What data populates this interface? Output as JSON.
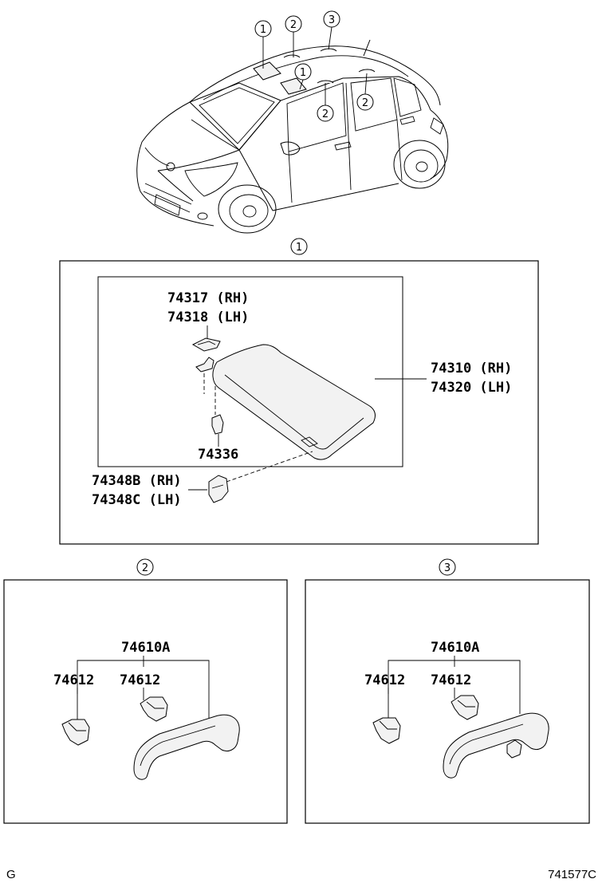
{
  "car_callouts": [
    "1",
    "2",
    "3",
    "1",
    "2",
    "2"
  ],
  "section1": {
    "marker": "1",
    "parts": {
      "holder_rh": "74317 (RH)",
      "holder_lh": "74318 (LH)",
      "visor_rh": "74310 (RH)",
      "visor_lh": "74320 (LH)",
      "clip": "74336",
      "bracket_rh": "74348B (RH)",
      "bracket_lh": "74348C (LH)"
    }
  },
  "section2": {
    "marker": "2",
    "assembly": "74610A",
    "cap_left": "74612",
    "cap_right": "74612"
  },
  "section3": {
    "marker": "3",
    "assembly": "74610A",
    "cap_left": "74612",
    "cap_right": "74612"
  },
  "footer": {
    "left_code": "G",
    "right_code": "741577C"
  }
}
